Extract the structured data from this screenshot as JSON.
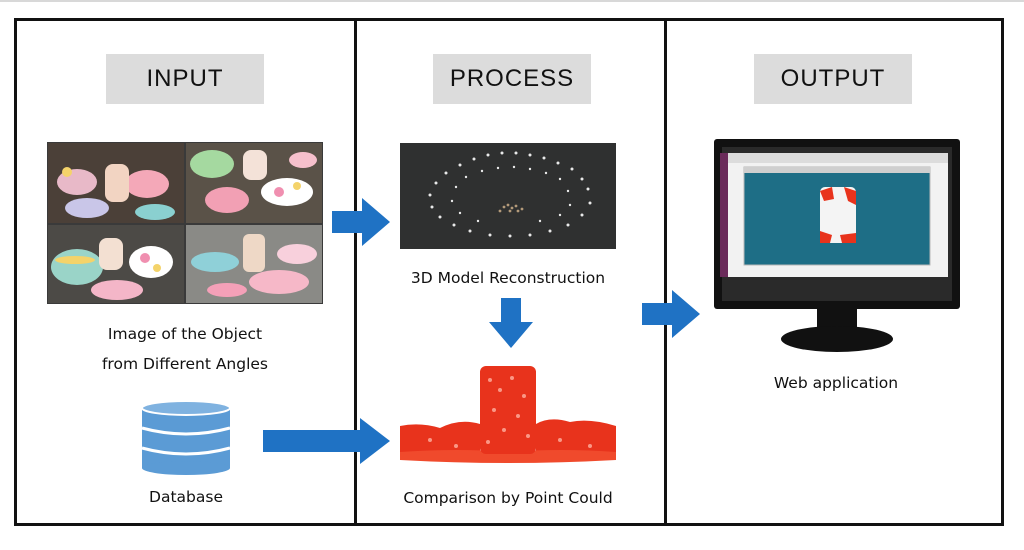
{
  "columns": {
    "input": {
      "header": "INPUT"
    },
    "process": {
      "header": "PROCESS"
    },
    "output": {
      "header": "OUTPUT"
    }
  },
  "input": {
    "photo_caption_line1": "Image of the Object",
    "photo_caption_line2": "from Different Angles",
    "database_label": "Database"
  },
  "process": {
    "reconstruction_label": "3D Model Reconstruction",
    "comparison_label": "Comparison by Point Could"
  },
  "output": {
    "webapp_label": "Web application"
  },
  "colors": {
    "arrow": "#1f72c4",
    "header_bg": "#dcdcdc",
    "database": "#5b9bd5",
    "point_cloud": "#e8331c",
    "monitor": "#111111",
    "viewer_bg": "#1e6e86"
  },
  "icons": [
    "database-icon",
    "monitor-icon",
    "arrow-right-icon",
    "arrow-down-icon"
  ]
}
